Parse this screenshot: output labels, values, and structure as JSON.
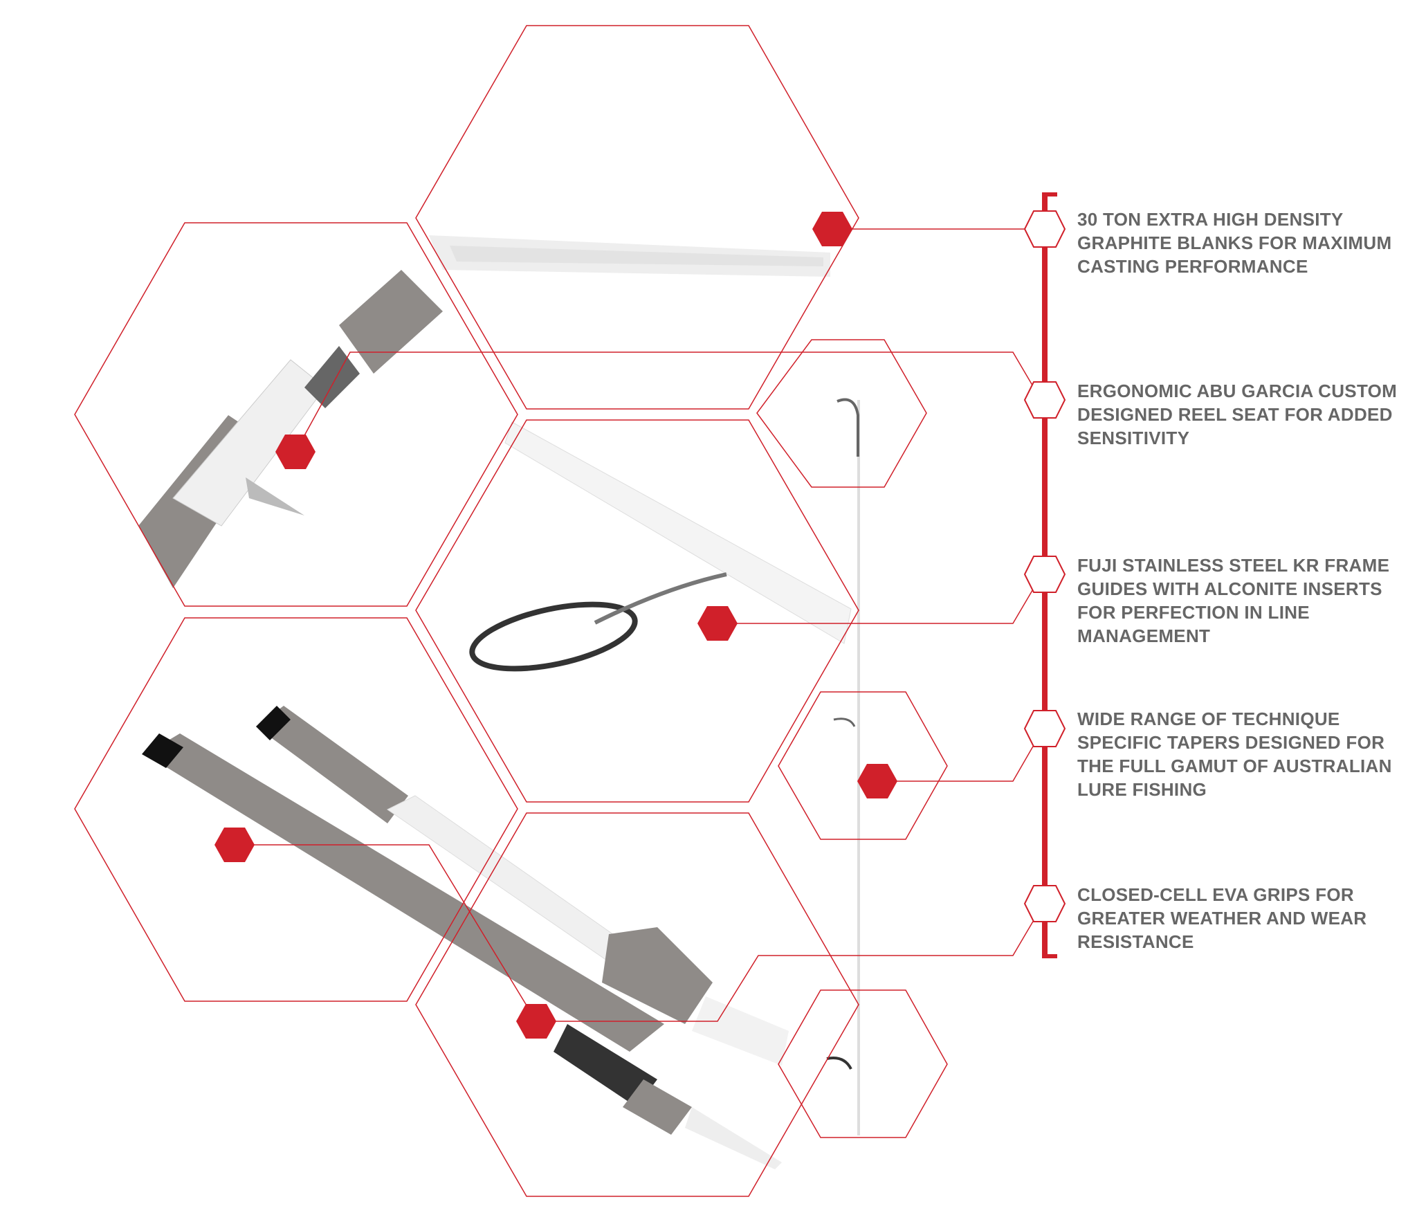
{
  "features": [
    {
      "lines": [
        "30 TON EXTRA HIGH DENSITY",
        "GRAPHITE BLANKS FOR MAXIMUM",
        "CASTING PERFORMANCE"
      ]
    },
    {
      "lines": [
        "ERGONOMIC ABU GARCIA CUSTOM",
        "DESIGNED REEL SEAT FOR ADDED",
        "SENSITIVITY"
      ]
    },
    {
      "lines": [
        "FUJI STAINLESS STEEL KR FRAME",
        "GUIDES WITH ALCONITE INSERTS",
        "FOR PERFECTION IN LINE",
        "MANAGEMENT"
      ]
    },
    {
      "lines": [
        "WIDE RANGE OF TECHNIQUE",
        "SPECIFIC TAPERS DESIGNED FOR",
        "THE FULL GAMUT OF AUSTRALIAN",
        "LURE FISHING"
      ]
    },
    {
      "lines": [
        "CLOSED-CELL EVA GRIPS FOR",
        "GREATER WEATHER AND WEAR",
        "RESISTANCE"
      ]
    }
  ],
  "colors": {
    "accent": "#d0202a",
    "text": "#666666",
    "grip": "#8f8b88",
    "blank": "#f2f2f2"
  }
}
